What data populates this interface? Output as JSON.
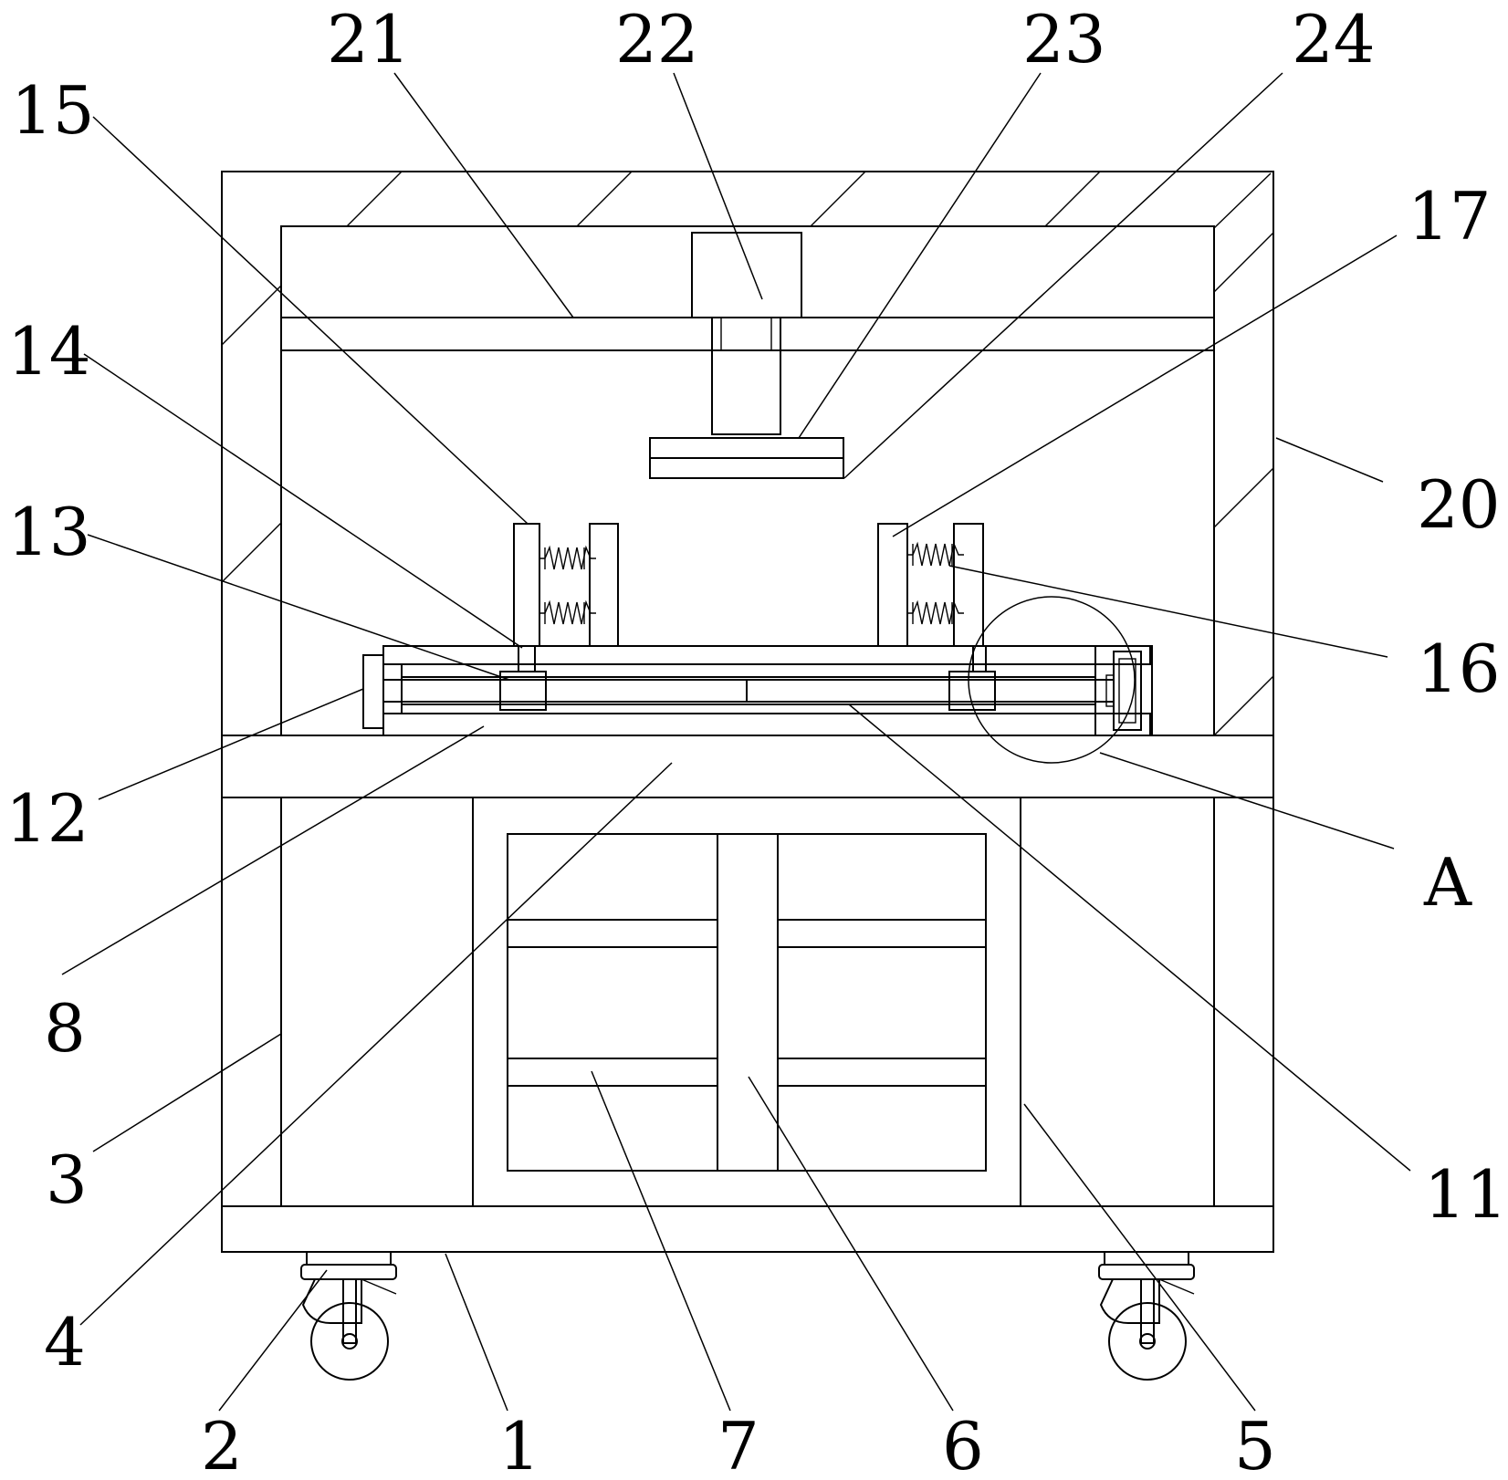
{
  "callouts": [
    {
      "id": "21",
      "text": "21"
    },
    {
      "id": "22",
      "text": "22"
    },
    {
      "id": "23",
      "text": "23"
    },
    {
      "id": "24",
      "text": "24"
    },
    {
      "id": "15",
      "text": "15"
    },
    {
      "id": "17",
      "text": "17"
    },
    {
      "id": "14",
      "text": "14"
    },
    {
      "id": "20",
      "text": "20"
    },
    {
      "id": "13",
      "text": "13"
    },
    {
      "id": "16",
      "text": "16"
    },
    {
      "id": "12",
      "text": "12"
    },
    {
      "id": "A",
      "text": "A"
    },
    {
      "id": "8",
      "text": "8"
    },
    {
      "id": "3",
      "text": "3"
    },
    {
      "id": "11",
      "text": "11"
    },
    {
      "id": "4",
      "text": "4"
    },
    {
      "id": "2",
      "text": "2"
    },
    {
      "id": "1",
      "text": "1"
    },
    {
      "id": "7",
      "text": "7"
    },
    {
      "id": "6",
      "text": "6"
    },
    {
      "id": "5",
      "text": "5"
    }
  ]
}
